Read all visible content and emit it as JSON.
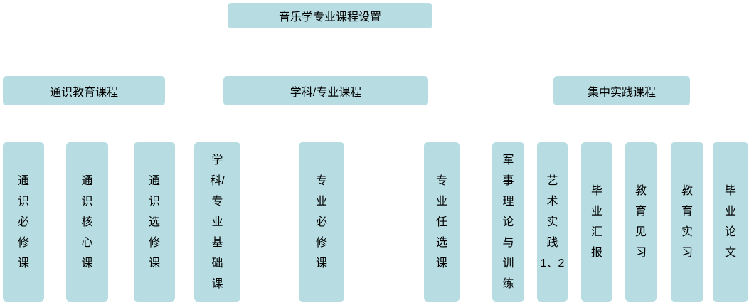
{
  "diagram": {
    "title": "音乐学专业课程设置",
    "colors": {
      "box_fill": "#b7dde2",
      "text": "#000000",
      "background": "#ffffff"
    },
    "level2": [
      {
        "label": "通识教育课程"
      },
      {
        "label": "学科/专业课程"
      },
      {
        "label": "集中实践课程"
      }
    ],
    "level3": [
      {
        "label": "通识必修课",
        "lines": [
          "通",
          "识",
          "必",
          "修",
          "课"
        ]
      },
      {
        "label": "通识核心课",
        "lines": [
          "通",
          "识",
          "核",
          "心",
          "课"
        ]
      },
      {
        "label": "通识选修课",
        "lines": [
          "通",
          "识",
          "选",
          "修",
          "课"
        ]
      },
      {
        "label": "学科/专业基础课",
        "lines": [
          "学",
          "科/",
          "专",
          "业",
          "基",
          "础",
          "课"
        ]
      },
      {
        "label": "专业必修课",
        "lines": [
          "专",
          "业",
          "必",
          "修",
          "课"
        ]
      },
      {
        "label": "专业任选课",
        "lines": [
          "专",
          "业",
          "任",
          "选",
          "课"
        ]
      },
      {
        "label": "军事理论与训练",
        "lines": [
          "军",
          "事",
          "理",
          "论",
          "与",
          "训",
          "练"
        ]
      },
      {
        "label": "艺术实践1、2",
        "lines": [
          "艺",
          "术",
          "实",
          "践",
          "1、2"
        ]
      },
      {
        "label": "毕业汇报",
        "lines": [
          "毕",
          "业",
          "汇",
          "报"
        ]
      },
      {
        "label": "教育见习",
        "lines": [
          "教",
          "育",
          "见",
          "习"
        ]
      },
      {
        "label": "教育实习",
        "lines": [
          "教",
          "育",
          "实",
          "习"
        ]
      },
      {
        "label": "毕业论文",
        "lines": [
          "毕",
          "业",
          "论",
          "文"
        ]
      }
    ]
  }
}
